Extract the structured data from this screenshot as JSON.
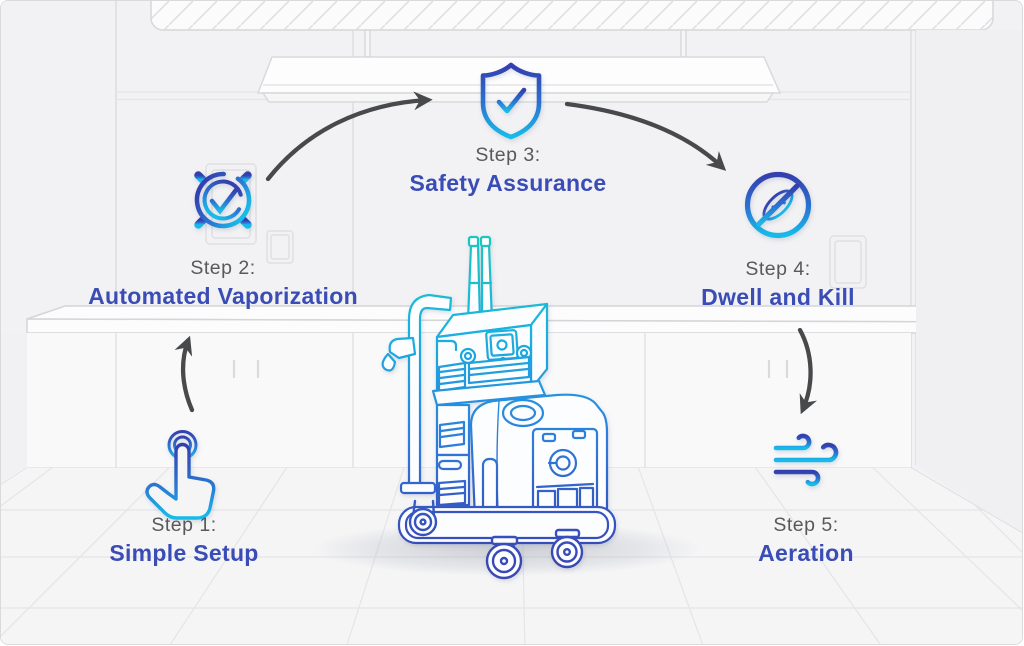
{
  "steps": [
    {
      "label": "Step 1:",
      "title": "Simple Setup",
      "icon": "tap-icon"
    },
    {
      "label": "Step 2:",
      "title": "Automated Vaporization",
      "icon": "gear-check-icon"
    },
    {
      "label": "Step 3:",
      "title": "Safety Assurance",
      "icon": "shield-check-icon"
    },
    {
      "label": "Step 4:",
      "title": "Dwell and Kill",
      "icon": "no-germ-icon"
    },
    {
      "label": "Step 5:",
      "title": "Aeration",
      "icon": "wind-icon"
    }
  ],
  "flow_arrows": [
    {
      "from": "Step 1",
      "to": "Step 2"
    },
    {
      "from": "Step 2",
      "to": "Step 3"
    },
    {
      "from": "Step 3",
      "to": "Step 4"
    },
    {
      "from": "Step 4",
      "to": "Step 5"
    }
  ],
  "central_figure": "disinfection-vaporizer-cart",
  "colors": {
    "background": "#f2f2f4",
    "step_label": "#58595b",
    "step_title": "#3a4cb6",
    "arrow": "#48494b",
    "icon_gradient_top": "#343fae",
    "icon_gradient_bottom": "#18bce9",
    "machine_gradient_top": "#1fc7bd",
    "machine_gradient_bottom": "#3a46b2",
    "room_lines": "#d8d9db"
  }
}
